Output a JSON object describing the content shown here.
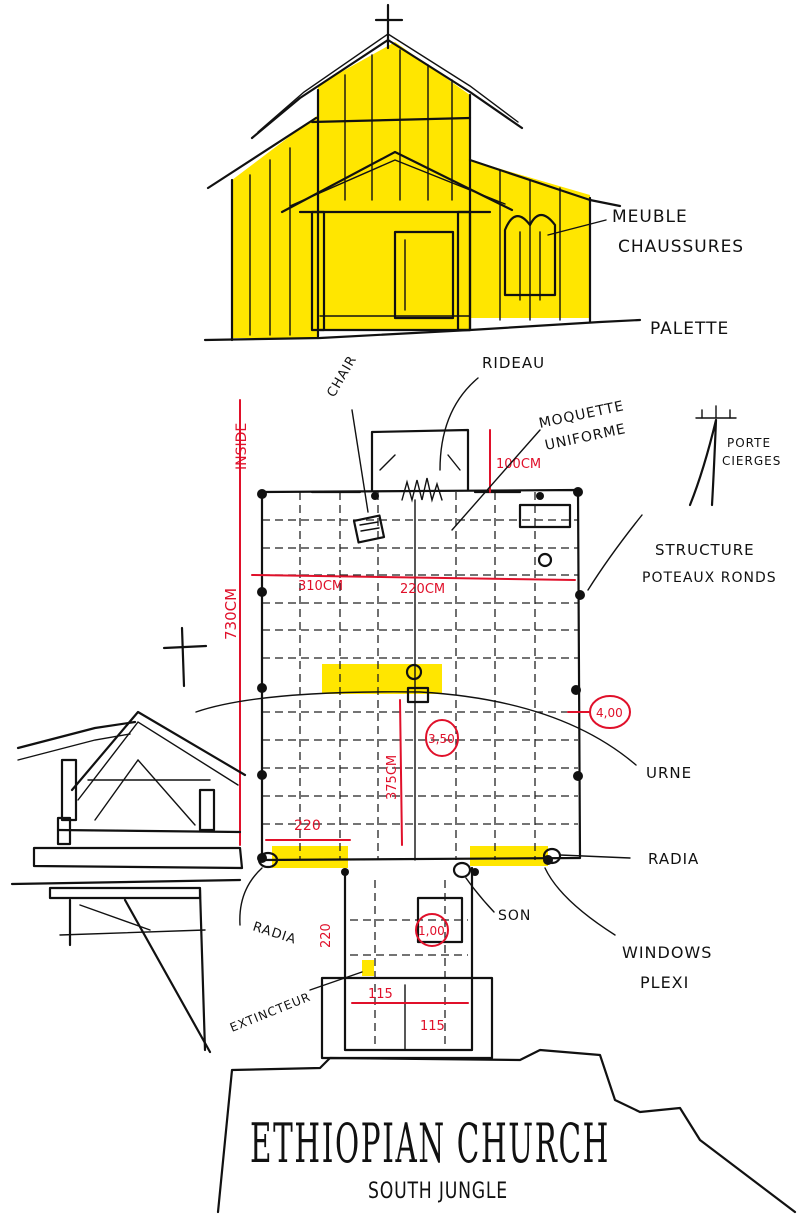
{
  "title": "ETHIOPIAN CHURCH",
  "subtitle": "SOUTH JUNGLE",
  "labels": {
    "meuble_line1": "MEUBLE",
    "meuble_line2": "CHAUSSURES",
    "palette": "PALETTE",
    "chair": "CHAIR",
    "rideau": "RIDEAU",
    "moquette_line1": "MOQUETTE",
    "moquette_line2": "UNIFORME",
    "porte_line1": "PORTE",
    "porte_line2": "CIERGES",
    "structure_line1": "STRUCTURE",
    "structure_line2": "POTEAUX RONDS",
    "urne": "URNE",
    "radia_right": "RADIA",
    "radia_left": "RADIA",
    "son": "SON",
    "windows_line1": "WINDOWS",
    "windows_line2": "PLEXI",
    "extincteur": "EXTINCTEUR",
    "inside": "INSIDE"
  },
  "dimensions": {
    "d_730": "730CM",
    "d_310": "310CM",
    "d_220": "220CM",
    "d_100": "100CM",
    "d_375": "375CM",
    "d_220_left": "220",
    "d_220_corridor": "220",
    "d_115a": "115",
    "d_115b": "115",
    "c_400": "4,00",
    "c_350": "3,50",
    "c_100": "1,00"
  },
  "colors": {
    "ink": "#111111",
    "annotation": "#e0102a",
    "highlight": "#ffe600"
  }
}
